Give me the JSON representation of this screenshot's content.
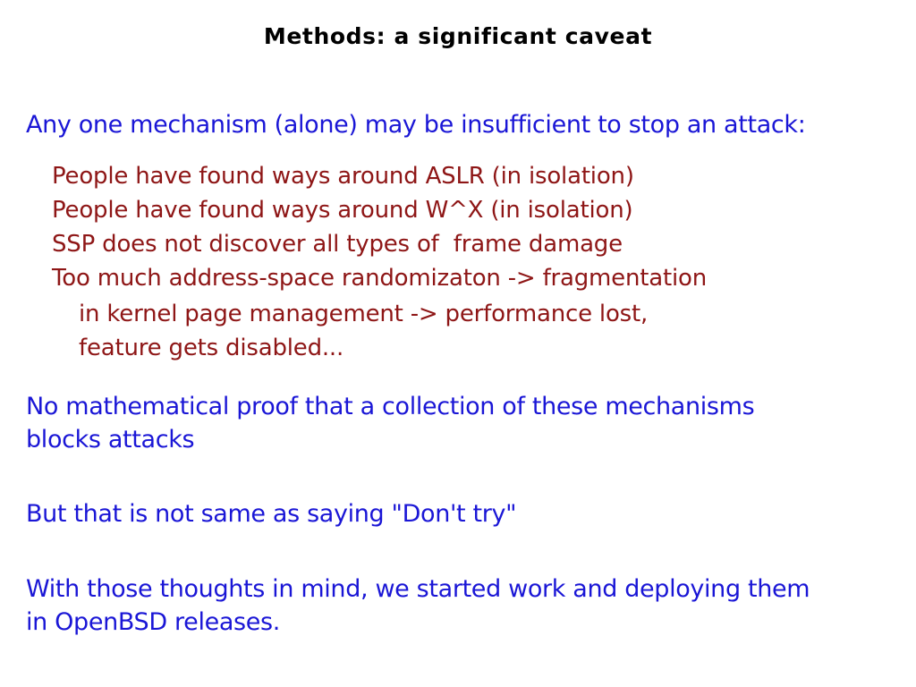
{
  "slide": {
    "title": "Methods: a significant caveat",
    "background_color": "#ffffff",
    "title_color": "#000000",
    "accent_blue": "#1a16d6",
    "accent_red": "#8e1616",
    "blocks": {
      "lead": {
        "color": "#1a16d6",
        "lines": [
          "Any one mechanism (alone) may be insufficient to stop an attack:"
        ]
      },
      "caveat_list": {
        "color": "#8e1616",
        "lines": [
          "People have found ways around ASLR (in isolation)",
          "People have found ways around W^X (in isolation)",
          "SSP does not discover all types of  frame damage",
          "Too much address-space randomizaton -> fragmentation",
          "in kernel page management -> performance lost,",
          "feature gets disabled..."
        ]
      },
      "no_proof": {
        "color": "#1a16d6",
        "lines": [
          "No mathematical proof that a collection of these mechanisms",
          "blocks attacks"
        ]
      },
      "but_try": {
        "color": "#1a16d6",
        "lines": [
          "But that is not same as saying \"Don't try\""
        ]
      },
      "deploying": {
        "color": "#1a16d6",
        "lines": [
          "With those thoughts in mind, we started work and deploying them",
          "in OpenBSD releases."
        ]
      }
    }
  }
}
